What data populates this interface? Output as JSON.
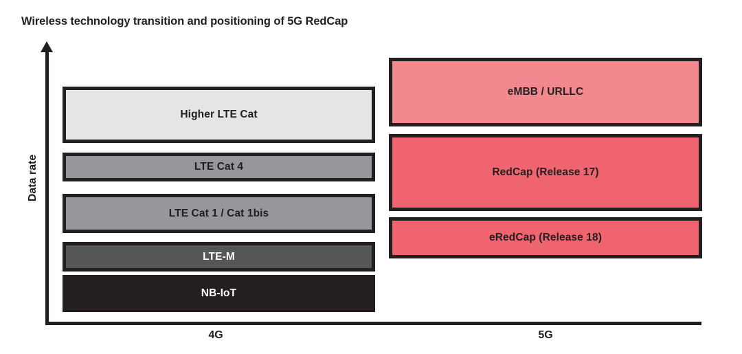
{
  "chart_data": {
    "type": "bar",
    "title": "Wireless technology transition and positioning of 5G RedCap",
    "xlabel": "",
    "ylabel": "Data rate",
    "categories": [
      "4G",
      "5G"
    ],
    "grid": false,
    "legend": "none",
    "axis": {
      "y_label": "Data rate",
      "y_arrow": true,
      "y_ticks": [],
      "x_ticks": [
        "4G",
        "5G"
      ]
    },
    "series": [
      {
        "name": "4G",
        "category": "4G",
        "items": [
          {
            "label": "Higher LTE Cat",
            "fill": "#e3e5e7",
            "border": "#231f20",
            "text_color": "#231f20",
            "rank": 5,
            "relative_data_rate": "highest"
          },
          {
            "label": "LTE Cat 4",
            "fill": "#95979b",
            "border": "#231f20",
            "text_color": "#231f20",
            "rank": 4,
            "relative_data_rate": "high"
          },
          {
            "label": "LTE Cat 1 / Cat 1bis",
            "fill": "#95979b",
            "border": "#231f20",
            "text_color": "#231f20",
            "rank": 3,
            "relative_data_rate": "medium"
          },
          {
            "label": "LTE-M",
            "fill": "#545658",
            "border": "#231f20",
            "text_color": "#ffffff",
            "rank": 2,
            "relative_data_rate": "low"
          },
          {
            "label": "NB-IoT",
            "fill": "#231f20",
            "border": "#231f20",
            "text_color": "#ffffff",
            "rank": 1,
            "relative_data_rate": "lowest"
          }
        ]
      },
      {
        "name": "5G",
        "category": "5G",
        "items": [
          {
            "label": "eMBB / URLLC",
            "fill": "#f2898f",
            "border": "#231f20",
            "text_color": "#231f20",
            "rank": 3,
            "relative_data_rate": "highest"
          },
          {
            "label": "RedCap (Release 17)",
            "fill": "#f0646f",
            "border": "#231f20",
            "text_color": "#231f20",
            "rank": 2,
            "relative_data_rate": "medium"
          },
          {
            "label": "eRedCap (Release 18)",
            "fill": "#f0646f",
            "border": "#231f20",
            "text_color": "#231f20",
            "rank": 1,
            "relative_data_rate": "low"
          }
        ]
      }
    ]
  },
  "colors": {
    "ink": "#231f20",
    "background": "#ffffff",
    "gray_light": "#e3e5e7",
    "gray_medium": "#95979b",
    "gray_dark": "#545658",
    "gray_black": "#231f20",
    "pink_light": "#f2898f",
    "pink_deep": "#f0646f"
  }
}
